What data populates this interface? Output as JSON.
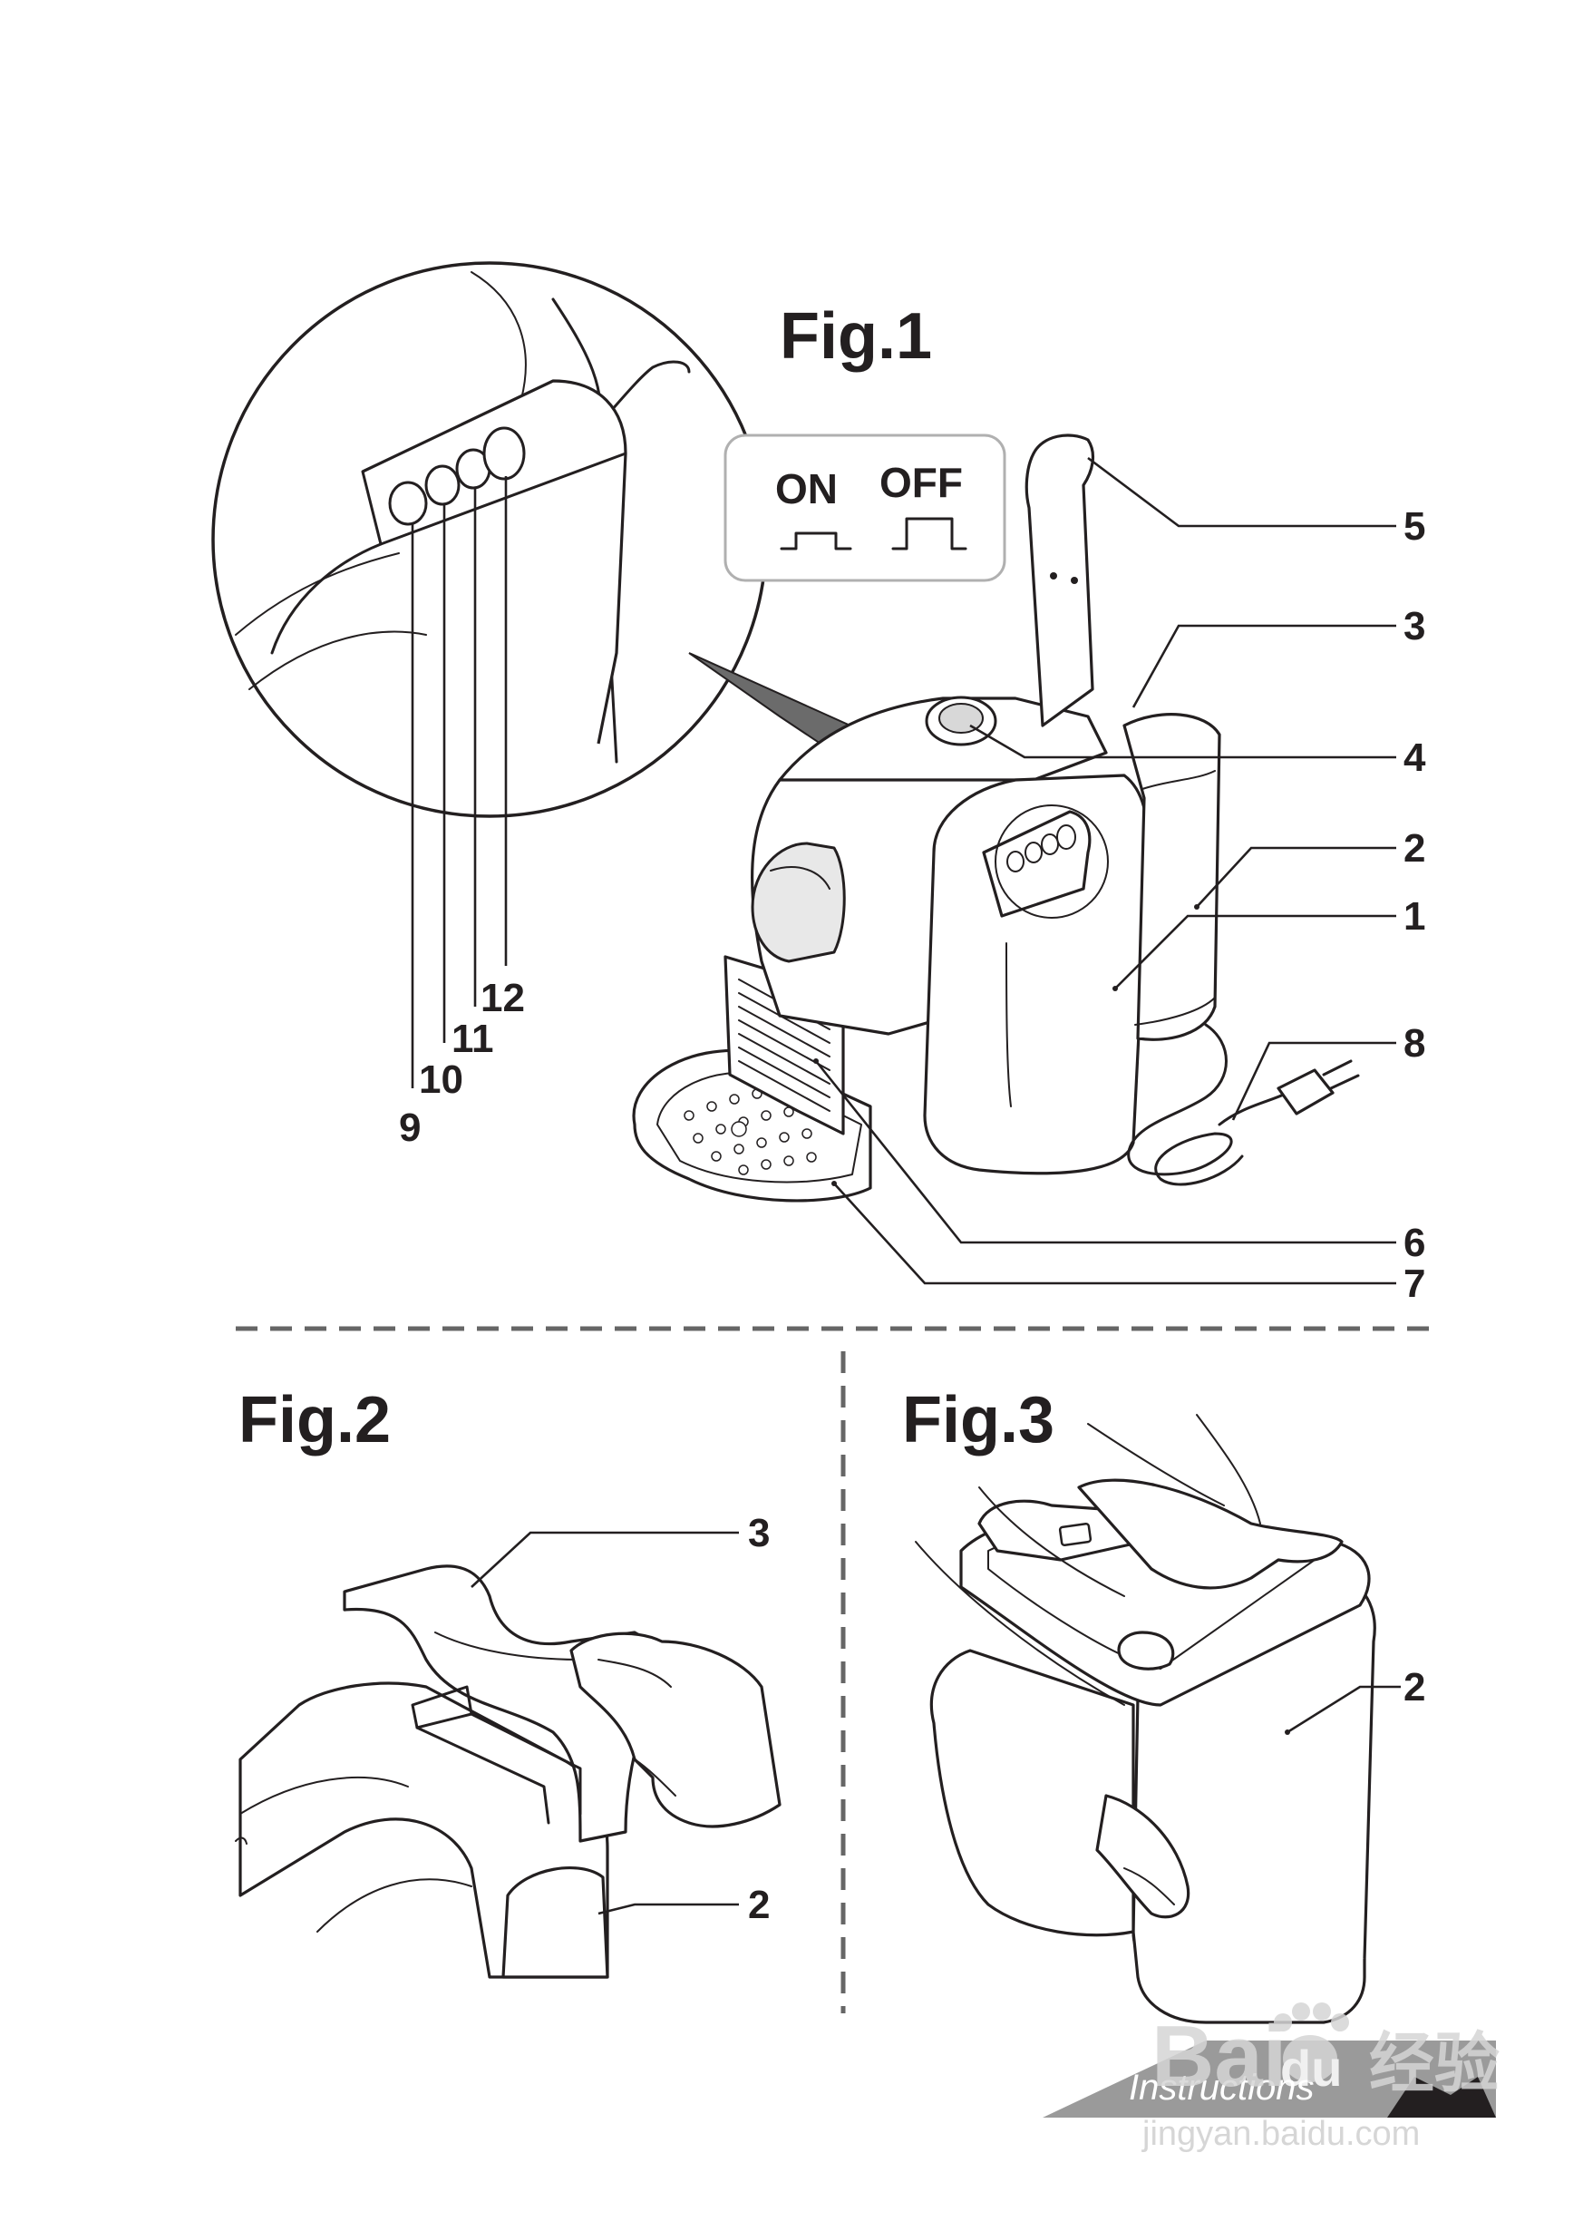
{
  "figures": {
    "fig1": {
      "title": "Fig.1",
      "switch": {
        "on": "ON",
        "off": "OFF"
      },
      "callouts": [
        "5",
        "3",
        "4",
        "2",
        "1",
        "8",
        "6",
        "7"
      ],
      "button_callouts": [
        "12",
        "11",
        "10",
        "9"
      ]
    },
    "fig2": {
      "title": "Fig.2",
      "callouts": [
        "3",
        "2"
      ]
    },
    "fig3": {
      "title": "Fig.3",
      "callouts": [
        "2"
      ]
    }
  },
  "footer": {
    "label": "Instructions"
  },
  "watermark": {
    "brand": "Bai",
    "brand2": "du",
    "cn": "经验",
    "site": "jingyan.baidu.com"
  },
  "colors": {
    "ink": "#231f20",
    "separator": "#666666",
    "footer_band": "#9a9a9a",
    "watermark": "#d5d5d5"
  }
}
